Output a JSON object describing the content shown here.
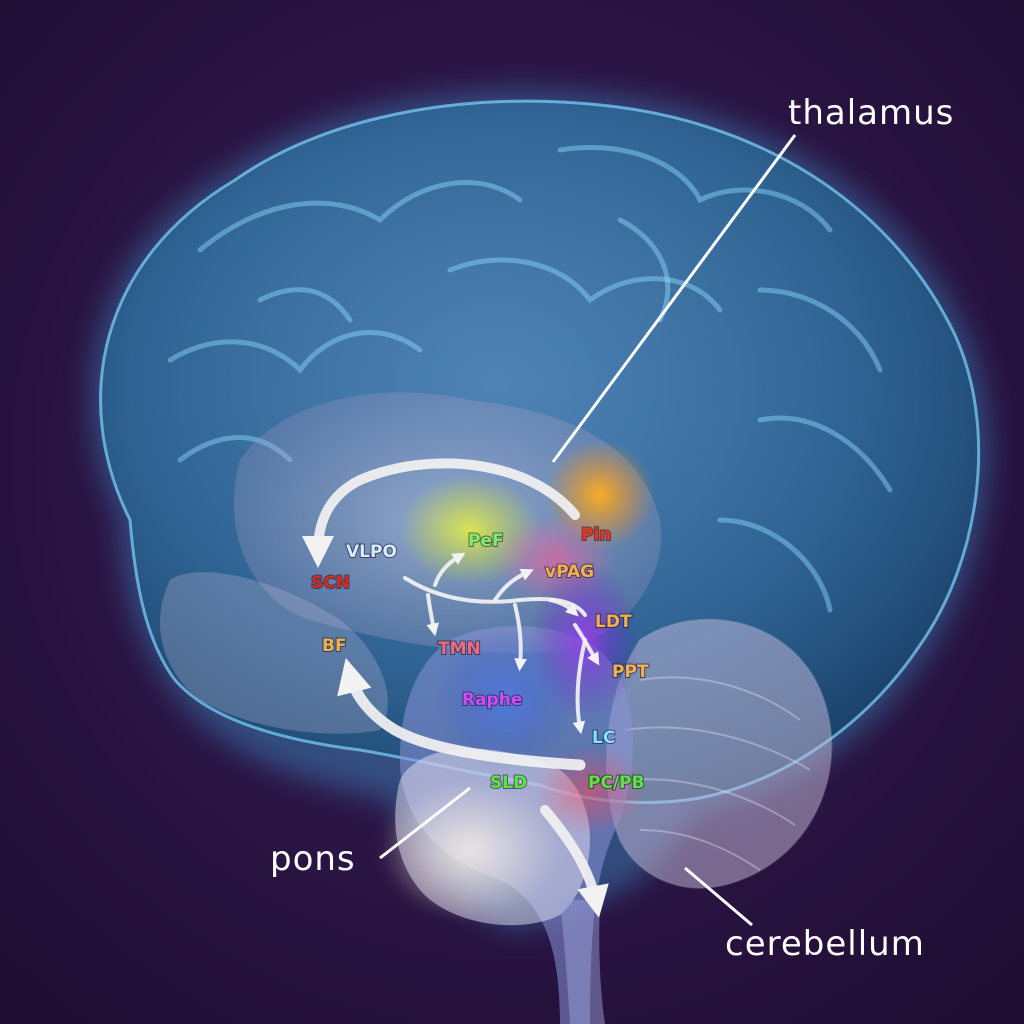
{
  "structures": {
    "thalamus": "thalamus",
    "pons": "pons",
    "cerebellum": "cerebellum"
  },
  "nuclei": {
    "vlpo": {
      "text": "VLPO",
      "color": "#d6ecff"
    },
    "pef": {
      "text": "PeF",
      "color": "#7cf06a"
    },
    "pin": {
      "text": "Pin",
      "color": "#e8361c"
    },
    "scn": {
      "text": "SCN",
      "color": "#d72a1c"
    },
    "vpag": {
      "text": "vPAG",
      "color": "#f2b24a"
    },
    "ldt": {
      "text": "LDT",
      "color": "#f2b24a"
    },
    "bf": {
      "text": "BF",
      "color": "#f2b24a"
    },
    "tmn": {
      "text": "TMN",
      "color": "#f06a7a"
    },
    "ppt": {
      "text": "PPT",
      "color": "#f2b24a"
    },
    "raphe": {
      "text": "Raphe",
      "color": "#d04cf0"
    },
    "lc": {
      "text": "LC",
      "color": "#7fe6ff"
    },
    "sld": {
      "text": "SLD",
      "color": "#58e83a"
    },
    "pcpb": {
      "text": "PC/PB",
      "color": "#58e83a"
    }
  },
  "colors": {
    "background": "#2a1440",
    "brain_glow": "#3fb4e8",
    "arrow": "#f2f2f2"
  }
}
